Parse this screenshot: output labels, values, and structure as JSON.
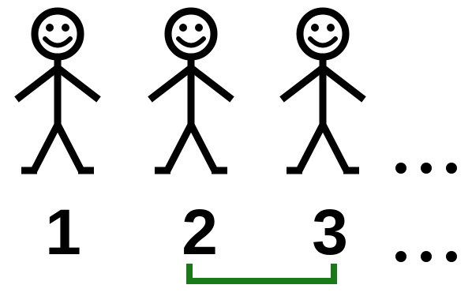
{
  "figures": [
    {
      "label": "1"
    },
    {
      "label": "2"
    },
    {
      "label": "3"
    }
  ],
  "ellipsis_top": "...",
  "ellipsis_bottom": "...",
  "bracket": {
    "spans": [
      "2",
      "3"
    ],
    "color": "#1a7a1a"
  },
  "colors": {
    "figure": "#000000",
    "background": "#ffffff"
  }
}
